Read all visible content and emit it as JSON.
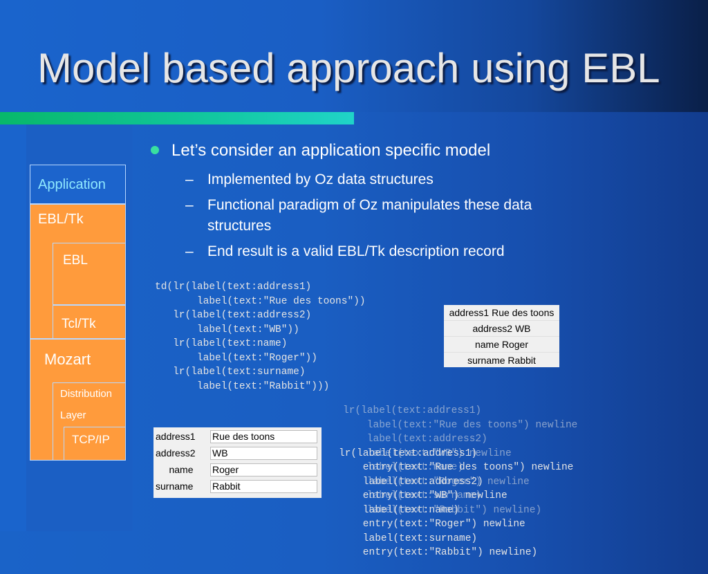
{
  "slide": {
    "title": "Model based approach using EBL"
  },
  "bullets": {
    "main": "Let’s consider an application specific model",
    "subs": [
      "Implemented by Oz data structures",
      "Functional paradigm of Oz manipulates these data",
      "structures",
      "End result is a valid EBL/Tk description record"
    ],
    "dash": "–"
  },
  "stack": {
    "application": "Application",
    "ebl_tk": "EBL/Tk",
    "ebl": "EBL",
    "tcl_tk": "Tcl/Tk",
    "mozart": "Mozart",
    "distribution": "Distribution",
    "layer": "Layer",
    "tcp_ip": "TCP/IP"
  },
  "code_td": [
    "td(lr(label(text:address1)",
    "       label(text:\"Rue des toons\"))",
    "   lr(label(text:address2)",
    "       label(text:\"WB\"))",
    "   lr(label(text:name)",
    "       label(text:\"Roger\"))",
    "   lr(label(text:surname)",
    "       label(text:\"Rabbit\")))"
  ],
  "code_lr": [
    "lr(label(text:address1)",
    "    entry(text:\"Rue des toons\") newline",
    "    label(text:address2)",
    "    entry(text:\"WB\") newline",
    "    label(text:name)",
    "    entry(text:\"Roger\") newline",
    "    label(text:surname)",
    "    entry(text:\"Rabbit\") newline)"
  ],
  "code_lr_ghost": [
    "lr(label(text:address1)",
    "    label(text:\"Rue des toons\") newline",
    "    label(text:address2)",
    "    label(text:\"WB\") newline",
    "    label(text:name)",
    "    label(text:\"Roger\") newline",
    "    label(text:surname)",
    "    label(text:\"Rabbit\") newline)"
  ],
  "window_labels": [
    "address1  Rue des toons",
    "address2  WB",
    "name  Roger",
    "surname  Rabbit"
  ],
  "window_form": [
    {
      "label": "address1",
      "value": "Rue des toons"
    },
    {
      "label": "address2",
      "value": "WB"
    },
    {
      "label": "name",
      "value": "Roger"
    },
    {
      "label": "surname",
      "value": "Rabbit"
    }
  ],
  "colors": {
    "stack_fill": "#ff9b3c",
    "stack_top": "#1c64cc",
    "bullet_dot": "#39e0a0",
    "accent_bar": "#12c8a0"
  }
}
